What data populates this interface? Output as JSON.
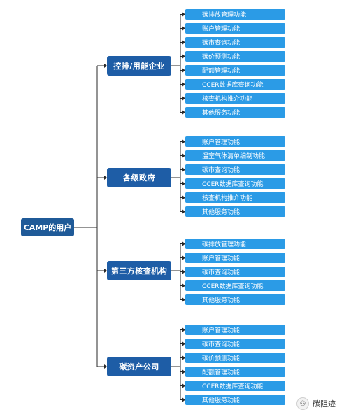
{
  "root": {
    "label": "CAMP的用户"
  },
  "groups": [
    {
      "label": "控排/用能企业",
      "items": [
        "碳排放管理功能",
        "账户管理功能",
        "碳市查询功能",
        "碳价预测功能",
        "配额管理功能",
        "CCER数据库查询功能",
        "核查机构推介功能",
        "其他服务功能"
      ]
    },
    {
      "label": "各级政府",
      "items": [
        "账户管理功能",
        "温室气体清单编制功能",
        "碳市查询功能",
        "CCER数据库查询功能",
        "核查机构推介功能",
        "其他服务功能"
      ]
    },
    {
      "label": "第三方核查机构",
      "items": [
        "碳排放管理功能",
        "账户管理功能",
        "碳市查询功能",
        "CCER数据库查询功能",
        "其他服务功能"
      ]
    },
    {
      "label": "碳资产公司",
      "items": [
        "账户管理功能",
        "碳市查询功能",
        "碳价预测功能",
        "配额管理功能",
        "CCER数据库查询功能",
        "其他服务功能"
      ]
    }
  ],
  "watermark": {
    "text": "碳阻迹"
  },
  "colors": {
    "root": "#1f5a98",
    "group": "#1e5da6",
    "leaf": "#2b9be6",
    "connector": "#2a2a2a"
  }
}
